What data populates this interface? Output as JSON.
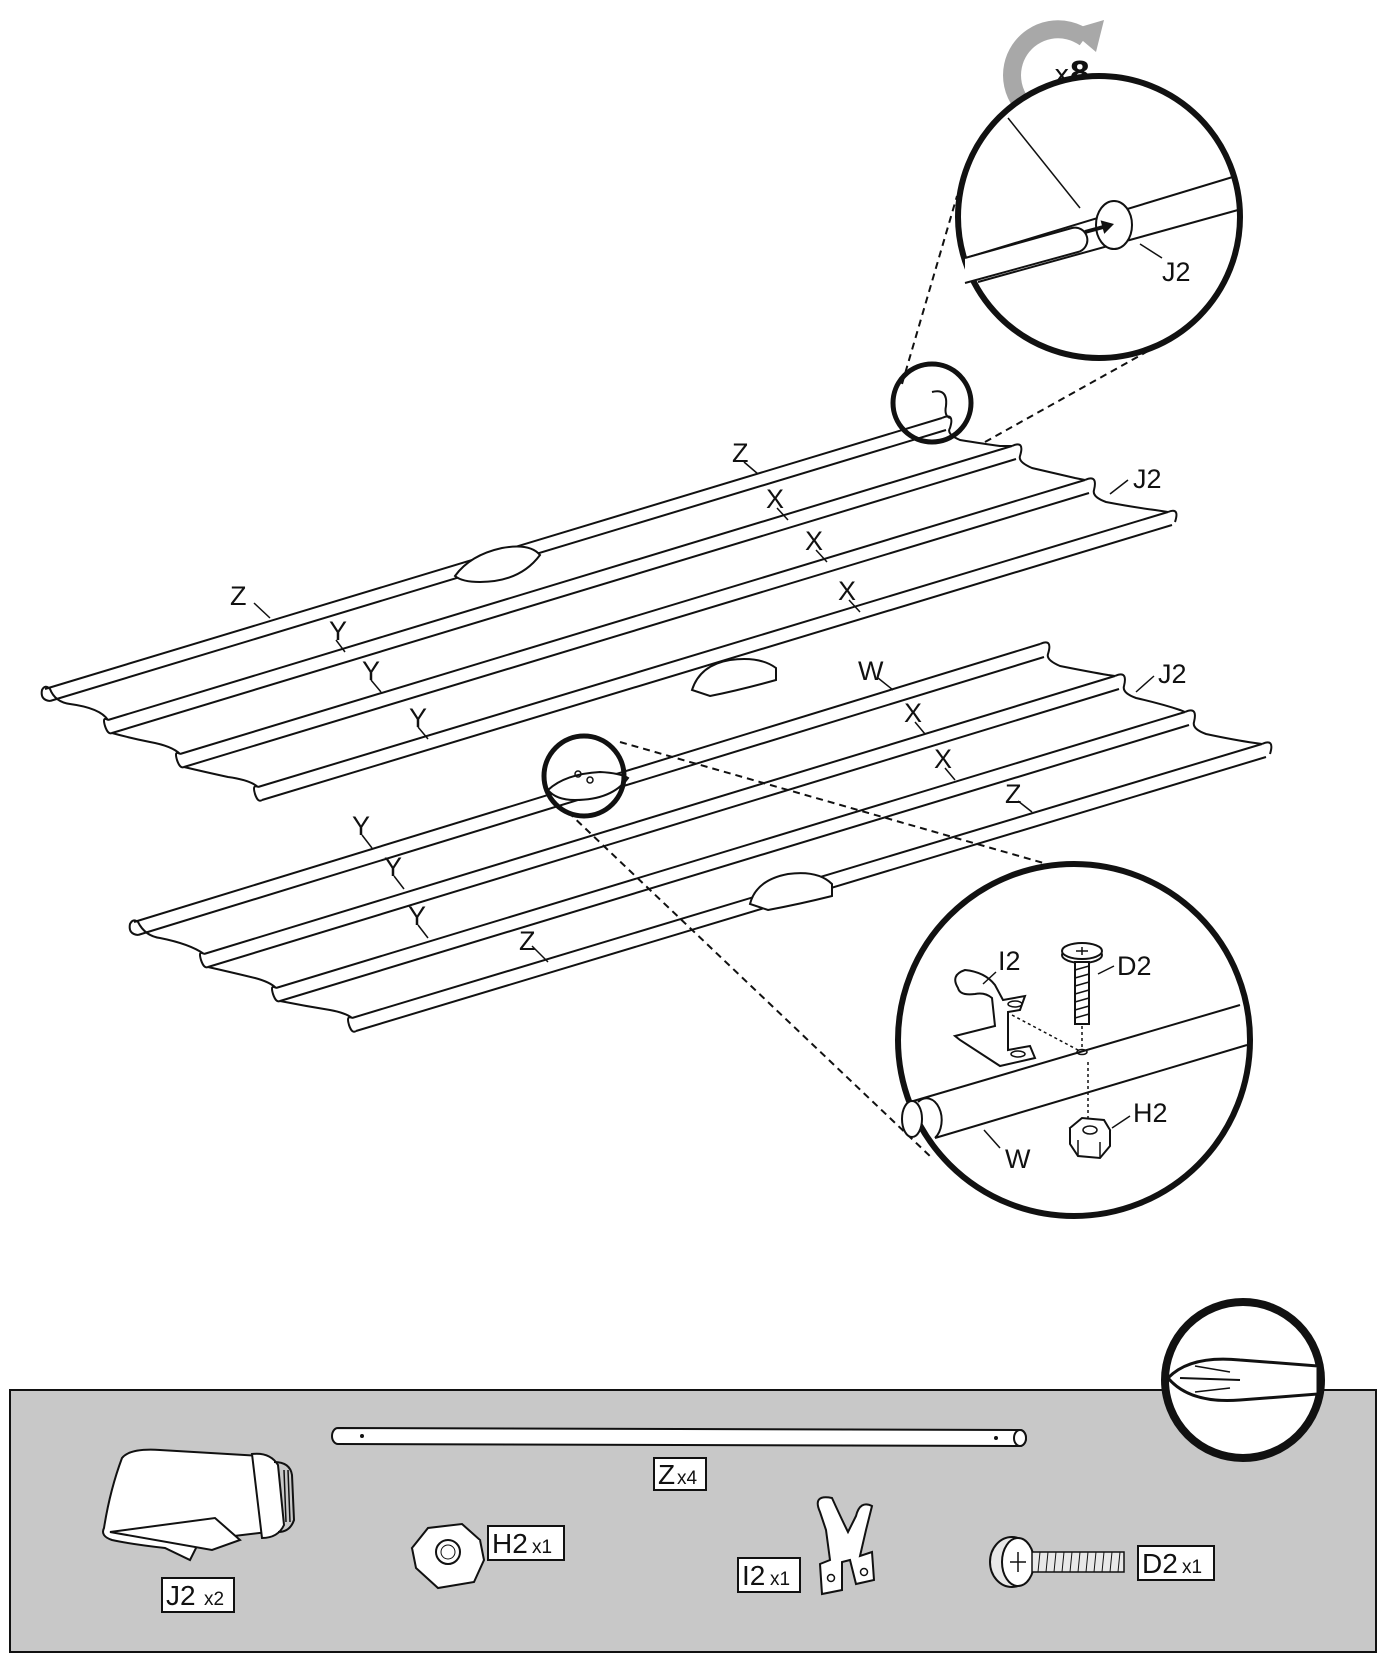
{
  "colors": {
    "ink": "#111111",
    "parts_panel": "#c8c8c8",
    "rotate_arrow": "#a8a8a8"
  },
  "rotation": {
    "icon": "rotate-clockwise-icon",
    "prefix": "x",
    "count": "8"
  },
  "upper_panel": {
    "rows": [
      {
        "left_label": "Z",
        "right_label": "Z"
      },
      {
        "left_label": "Y",
        "right_label": "X"
      },
      {
        "left_label": "Y",
        "right_label": "X"
      },
      {
        "left_label": "Y",
        "right_label": "X"
      }
    ],
    "end_cap_label": "J2"
  },
  "lower_panel": {
    "rows": [
      {
        "left_label": "Y",
        "right_label": "W"
      },
      {
        "left_label": "Y",
        "right_label": "X"
      },
      {
        "left_label": "Y",
        "right_label": "X"
      },
      {
        "left_label": "Z",
        "right_label": "Z"
      }
    ],
    "end_cap_label": "J2"
  },
  "detail_top": {
    "label": "J2"
  },
  "detail_bottom": {
    "clip": "I2",
    "screw": "D2",
    "nut": "H2",
    "rod": "W"
  },
  "parts": [
    {
      "id": "J2",
      "qty": "x2"
    },
    {
      "id": "Z",
      "qty": "x4"
    },
    {
      "id": "H2",
      "qty": "x1"
    },
    {
      "id": "I2",
      "qty": "x1"
    },
    {
      "id": "D2",
      "qty": "x1"
    }
  ],
  "tool": {
    "icon": "phillips-screwdriver-icon"
  }
}
